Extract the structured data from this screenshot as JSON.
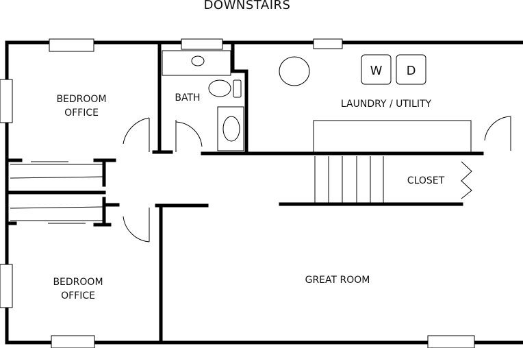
{
  "title": "DOWNSTAIRS",
  "rooms": {
    "bedroom_top": [
      "BEDROOM",
      "OFFICE"
    ],
    "bath": "BATH",
    "laundry": "LAUNDRY / UTILITY",
    "closet": "CLOSET",
    "bedroom_bottom": [
      "BEDROOM",
      "OFFICE"
    ],
    "great_room": "GREAT ROOM"
  },
  "appliances": {
    "washer": "W",
    "dryer": "D"
  }
}
